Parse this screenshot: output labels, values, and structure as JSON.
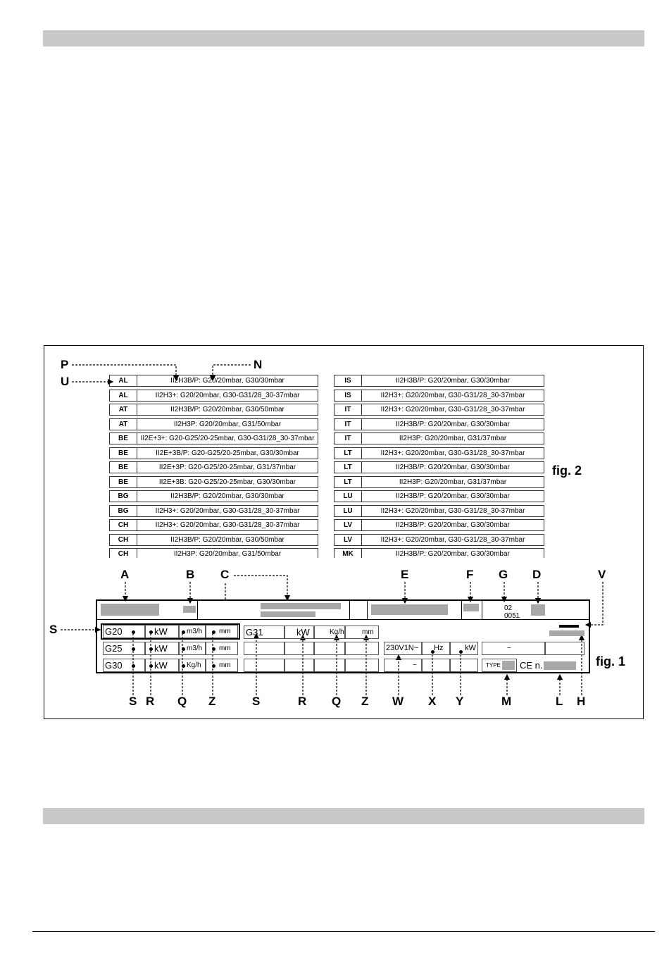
{
  "table_left": [
    {
      "code": "AL",
      "text": "II2H3B/P: G20/20mbar, G30/30mbar"
    },
    {
      "code": "AL",
      "text": "II2H3+: G20/20mbar, G30-G31/28_30-37mbar"
    },
    {
      "code": "AT",
      "text": "II2H3B/P: G20/20mbar, G30/50mbar"
    },
    {
      "code": "AT",
      "text": "II2H3P:  G20/20mbar, G31/50mbar"
    },
    {
      "code": "BE",
      "text": "II2E+3+: G20-G25/20-25mbar, G30-G31/28_30-37mbar"
    },
    {
      "code": "BE",
      "text": "II2E+3B/P:  G20-G25/20-25mbar, G30/30mbar"
    },
    {
      "code": "BE",
      "text": "II2E+3P: G20-G25/20-25mbar, G31/37mbar"
    },
    {
      "code": "BE",
      "text": "II2E+3B: G20-G25/20-25mbar, G30/30mbar"
    },
    {
      "code": "BG",
      "text": "II2H3B/P: G20/20mbar, G30/30mbar"
    },
    {
      "code": "BG",
      "text": "II2H3+: G20/20mbar, G30-G31/28_30-37mbar"
    },
    {
      "code": "CH",
      "text": "II2H3+: G20/20mbar, G30-G31/28_30-37mbar"
    },
    {
      "code": "CH",
      "text": "II2H3B/P: G20/20mbar, G30/50mbar"
    },
    {
      "code": "CH",
      "text": "II2H3P: G20/20mbar, G31/50mbar"
    }
  ],
  "table_right": [
    {
      "code": "IS",
      "text": "II2H3B/P: G20/20mbar, G30/30mbar"
    },
    {
      "code": "IS",
      "text": "II2H3+: G20/20mbar, G30-G31/28_30-37mbar"
    },
    {
      "code": "IT",
      "text": "II2H3+: G20/20mbar, G30-G31/28_30-37mbar"
    },
    {
      "code": "IT",
      "text": "II2H3B/P: G20/20mbar, G30/30mbar"
    },
    {
      "code": "IT",
      "text": "II2H3P: G20/20mbar, G31/37mbar"
    },
    {
      "code": "LT",
      "text": "II2H3+: G20/20mbar, G30-G31/28_30-37mbar"
    },
    {
      "code": "LT",
      "text": "II2H3B/P: G20/20mbar, G30/30mbar"
    },
    {
      "code": "LT",
      "text": "II2H3P: G20/20mbar, G31/37mbar"
    },
    {
      "code": "LU",
      "text": "II2H3B/P: G20/20mbar, G30/30mbar"
    },
    {
      "code": "LU",
      "text": "II2H3+: G20/20mbar, G30-G31/28_30-37mbar"
    },
    {
      "code": "LV",
      "text": "II2H3B/P: G20/20mbar, G30/30mbar"
    },
    {
      "code": "LV",
      "text": "II2H3+: G20/20mbar, G30-G31/28_30-37mbar"
    },
    {
      "code": "MK",
      "text": "II2H3B/P: G20/20mbar, G30/30mbar"
    }
  ],
  "fig2_label": "fig. 2",
  "fig1_label": "fig. 1",
  "callouts": {
    "P": "P",
    "N": "N",
    "U": "U",
    "A": "A",
    "B": "B",
    "C": "C",
    "E": "E",
    "F": "F",
    "G": "G",
    "D": "D",
    "V": "V",
    "S": "S",
    "R": "R",
    "Q": "Q",
    "Z": "Z",
    "W": "W",
    "X": "X",
    "Y": "Y",
    "M": "M",
    "L": "L",
    "H": "H"
  },
  "plate": {
    "g20": "G20",
    "g25": "G25",
    "g30": "G30",
    "g31": "G31",
    "kw": "kW",
    "m3h": "m3/h",
    "kgh": "Kg/h",
    "mm": "mm",
    "voltage": "230V1N~",
    "hz": "Hz",
    "tilde": "~",
    "year": "02",
    "serial": "0051",
    "type": "TYPE",
    "ce": "CE n."
  }
}
